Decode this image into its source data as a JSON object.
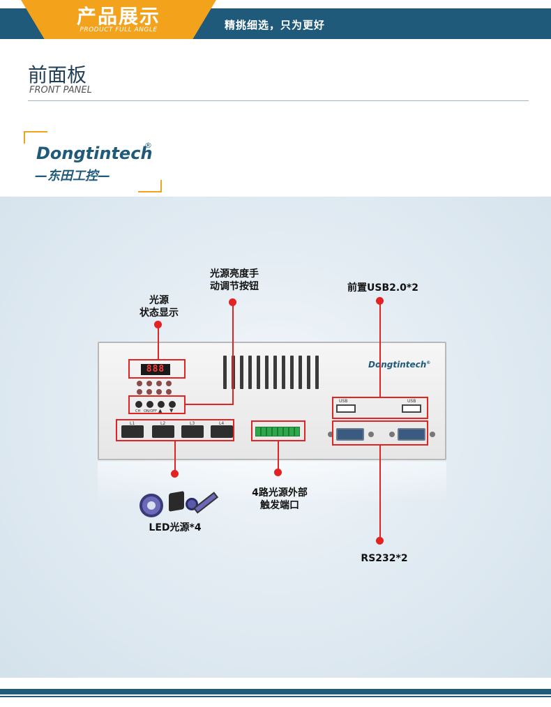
{
  "header": {
    "title": "产品展示",
    "subtitle": "PRODUCT FULL ANGLE",
    "slogan": "精挑细选，只为更好"
  },
  "section": {
    "title": "前面板",
    "subtitle": "FRONT PANEL"
  },
  "logo": {
    "brand": "Dongtintech",
    "registered": "®",
    "cn_name": "—东田工控—"
  },
  "device": {
    "brand": "Dongtintech",
    "registered": "®",
    "display_value": "888",
    "connector_labels": [
      "L1",
      "L2",
      "L3",
      "L4"
    ],
    "usb_labels": [
      "USB",
      "USB"
    ],
    "knob_labels": [
      "CH",
      "ON/OFF",
      "▲",
      "▼"
    ]
  },
  "callouts": {
    "status_display": "光源\n状态显示",
    "brightness_knob": "光源亮度手\n动调节按钮",
    "front_usb": "前置USB2.0*2",
    "external_trigger": "4路光源外部\n触发端口",
    "led_light": "LED光源*4",
    "rs232": "RS232*2"
  },
  "colors": {
    "brand_blue": "#1f5a7a",
    "accent_orange": "#f3a21b",
    "highlight_red": "#e32222"
  }
}
